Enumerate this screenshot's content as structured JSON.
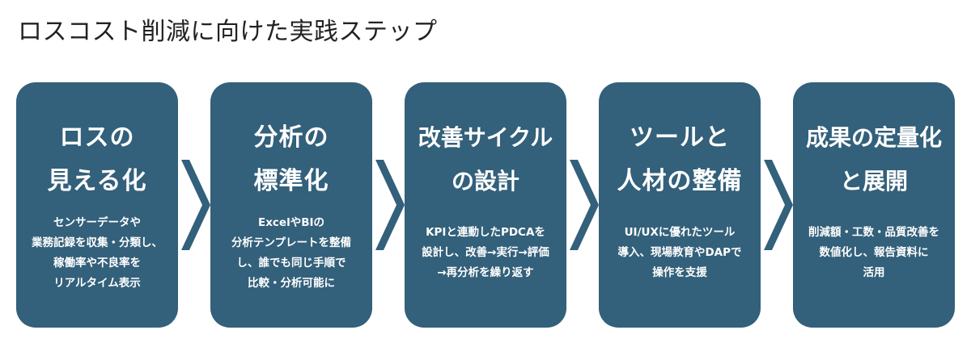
{
  "page": {
    "title": "ロスコスト削減に向けた実践ステップ"
  },
  "colors": {
    "card": "#33607a",
    "arrow": "#33607a",
    "card_text": "#ffffff"
  },
  "steps": [
    {
      "title": "ロスの\n見える化",
      "description": "センサーデータや\n業務記録を収集・分類し、\n稼働率や不良率を\nリアルタイム表示"
    },
    {
      "title": "分析の\n標準化",
      "description": "ExcelやBIの\n分析テンプレートを整備\nし、誰でも同じ手順で\n比較・分析可能に"
    },
    {
      "title": "改善サイクル\nの設計",
      "description": "KPIと連動したPDCAを\n設計し、改善→実行→評価\n→再分析を繰り返す"
    },
    {
      "title": "ツールと\n人材の整備",
      "description": "UI/UXに優れたツール\n導入、現場教育やDAPで\n操作を支援"
    },
    {
      "title": "成果の定量化\nと展開",
      "description": "削減額・工数・品質改善を\n数値化し、報告資料に\n活用"
    }
  ]
}
